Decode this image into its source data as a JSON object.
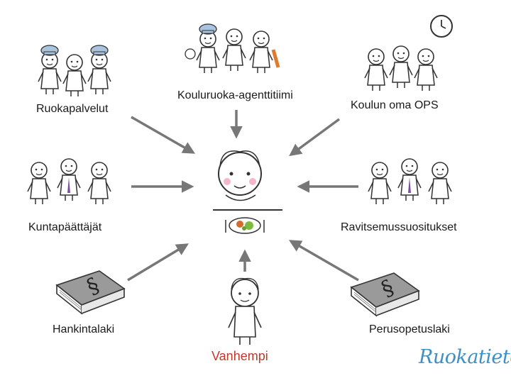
{
  "labels": {
    "ruokapalvelut": "Ruokapalvelut",
    "agenttitiimi": "Kouluruoka-agenttitiimi",
    "oma_ops": "Koulun oma OPS",
    "kuntapaattajat": "Kuntapäättäjät",
    "ravitsemus": "Ravitsemussuositukset",
    "hankintalaki": "Hankintalaki",
    "perusopetuslaki": "Perusopetuslaki",
    "vanhempi": "Vanhempi"
  },
  "brand": {
    "logo_text": "Ruokatieto"
  },
  "colors": {
    "arrow": "#777777",
    "vanhempi": "#c0392b",
    "brand": "#3d8fc4",
    "chef_hat": "#a8c4de",
    "tie": "#7b4fa0",
    "book": "#8a8a8a"
  }
}
